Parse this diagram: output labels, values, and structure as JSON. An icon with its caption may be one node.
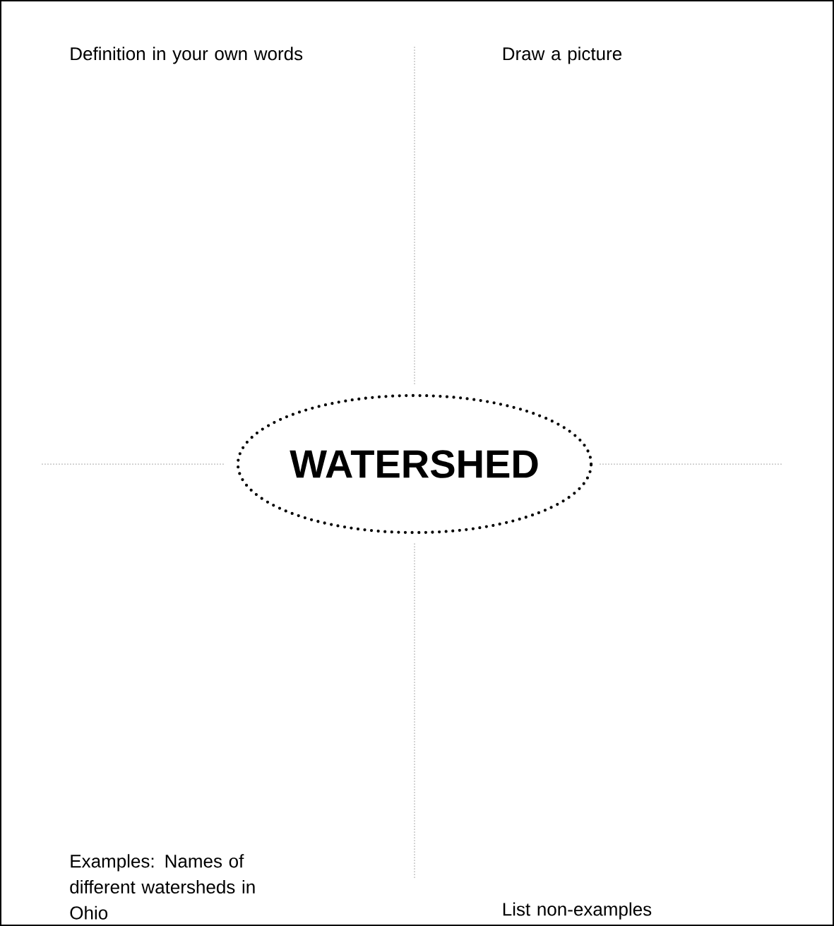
{
  "diagram": {
    "nodes": [
      {
        "text": [
          "WATERSHED"
        ]
      }
    ],
    "labels": [
      "Definition in your own words",
      "Draw a picture",
      "Examples: Names of different watersheds in Ohio",
      "List non-examples"
    ]
  }
}
